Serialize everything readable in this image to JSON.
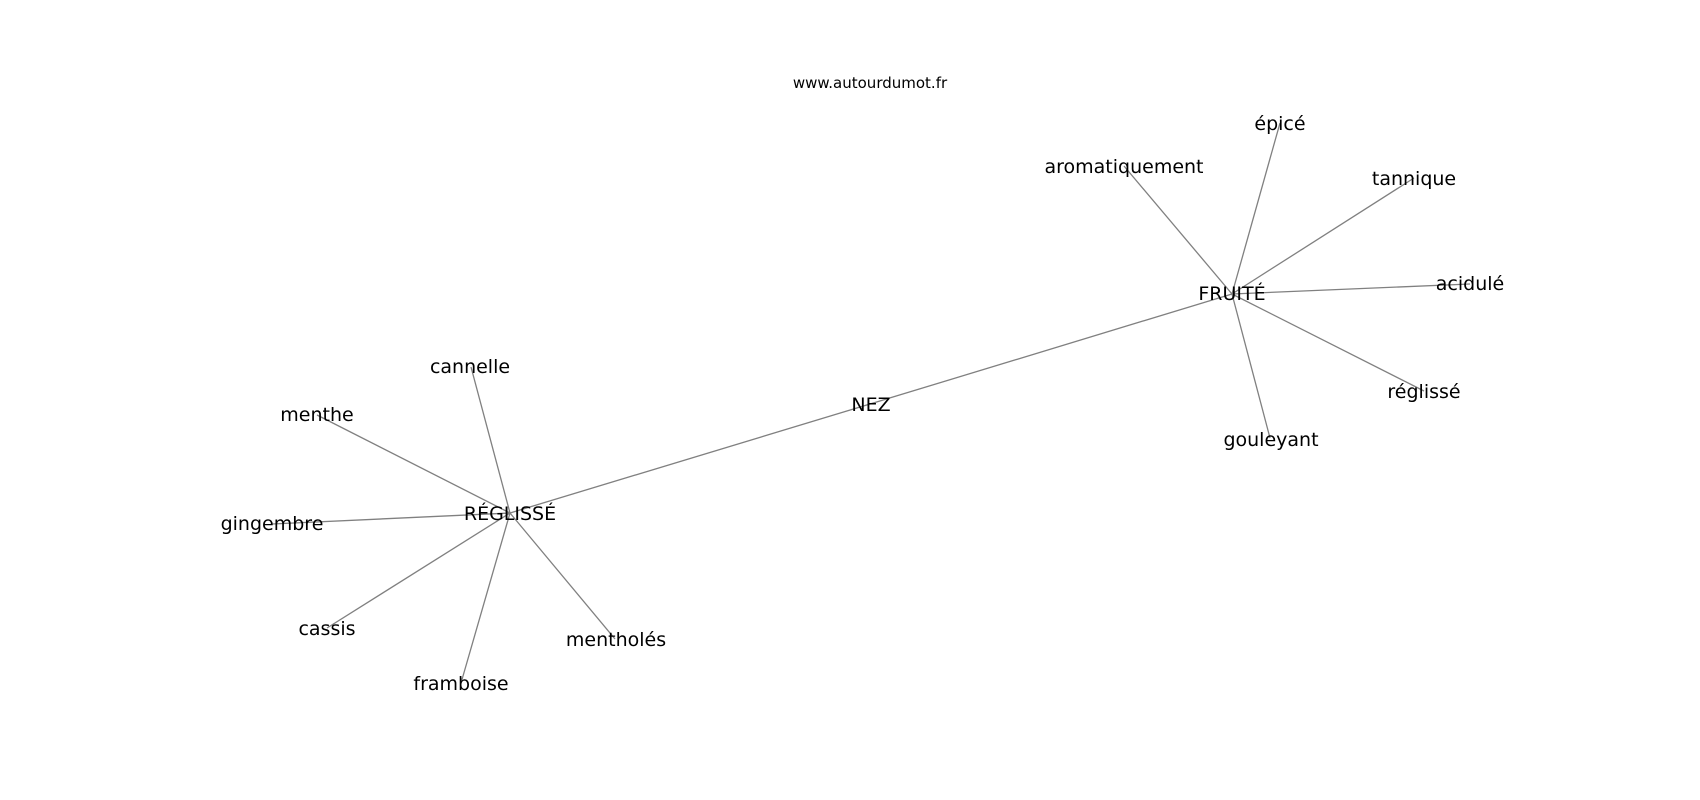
{
  "source": "www.autourdumot.fr",
  "graph": {
    "center": "NEZ",
    "hubs": [
      {
        "label": "RÉGLISSÉ",
        "leaves": [
          "cannelle",
          "menthe",
          "gingembre",
          "cassis",
          "framboise",
          "mentholés"
        ]
      },
      {
        "label": "FRUITÉ",
        "leaves": [
          "aromatiquement",
          "épicé",
          "tannique",
          "acidulé",
          "réglissé",
          "gouleyant"
        ]
      }
    ]
  },
  "colors": {
    "edge": "#808080",
    "text": "#000000",
    "background": "#ffffff"
  }
}
